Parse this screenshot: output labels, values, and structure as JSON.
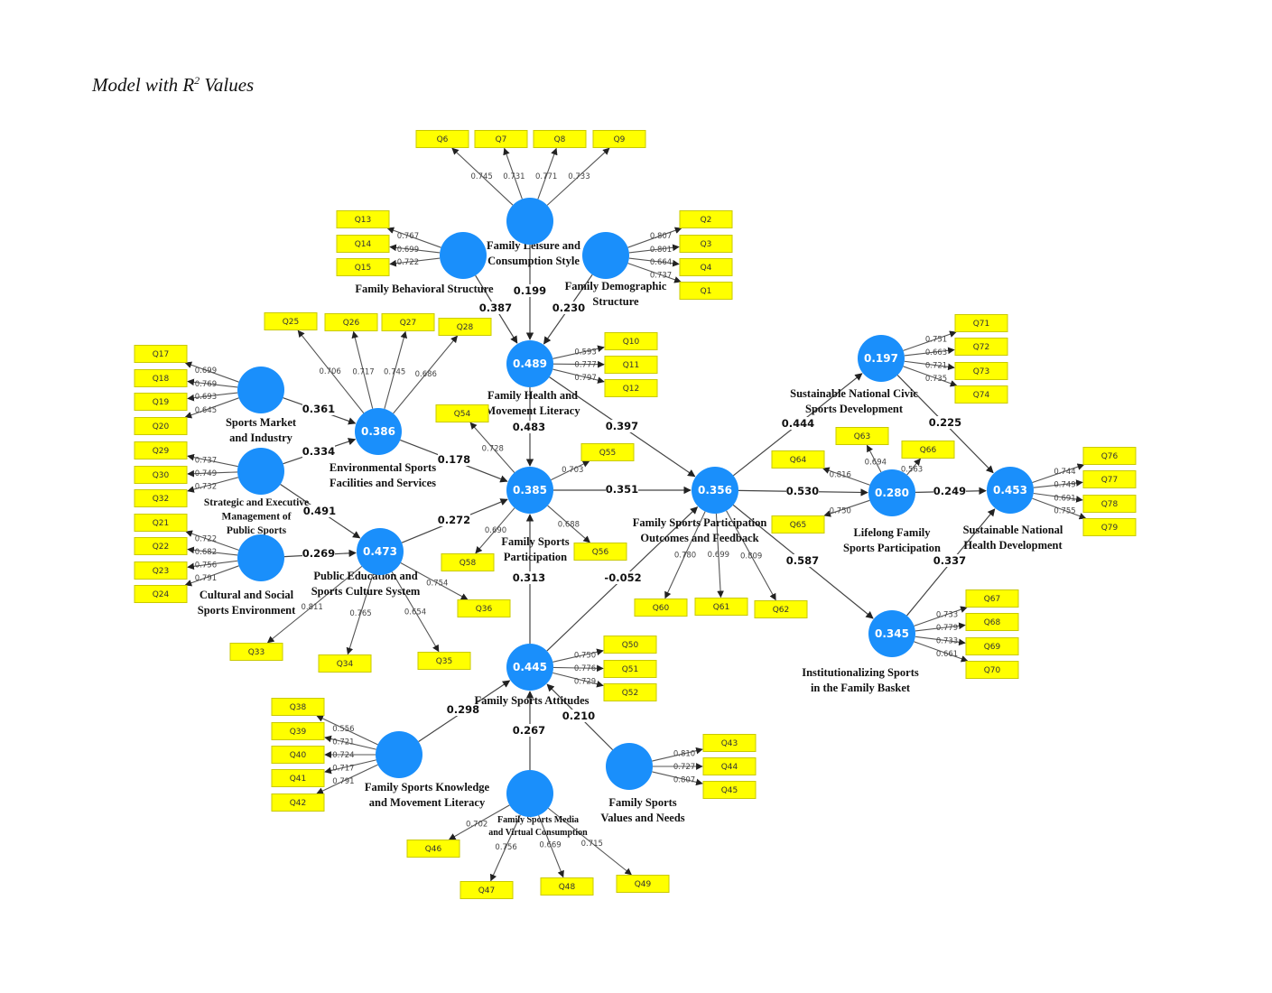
{
  "title": {
    "main": "Model with R",
    "sup": "2",
    "rest": " Values"
  },
  "colors": {
    "construct": "#1a8ffb",
    "indicator": "#ffff00",
    "r2_text": "#ffffff"
  },
  "constructs": [
    {
      "id": "FLCS",
      "label": [
        "Family Leisure and",
        "Consumption Style"
      ],
      "r2": ""
    },
    {
      "id": "FBS",
      "label": [
        "Family Behavioral Structure"
      ],
      "r2": ""
    },
    {
      "id": "FDS",
      "label": [
        "Family Demographic",
        "Structure"
      ],
      "r2": ""
    },
    {
      "id": "FHML",
      "label": [
        "Family Health and",
        "Movement Literacy"
      ],
      "r2": "0.489"
    },
    {
      "id": "SMI",
      "label": [
        "Sports Market",
        "and Industry"
      ],
      "r2": ""
    },
    {
      "id": "ESFS",
      "label": [
        "Environmental Sports",
        "Facilities and Services"
      ],
      "r2": "0.386"
    },
    {
      "id": "SEMPS",
      "label": [
        "Strategic and Executive",
        "Management of",
        "Public Sports"
      ],
      "r2": ""
    },
    {
      "id": "CSSE",
      "label": [
        "Cultural and Social",
        "Sports Environment"
      ],
      "r2": ""
    },
    {
      "id": "PESCS",
      "label": [
        "Public Education and",
        "Sports Culture System"
      ],
      "r2": "0.473"
    },
    {
      "id": "FSP",
      "label": [
        "Family Sports",
        "Participation"
      ],
      "r2": "0.385"
    },
    {
      "id": "FSPOF",
      "label": [
        "Family Sports Participation",
        "Outcomes and Feedback"
      ],
      "r2": "0.356"
    },
    {
      "id": "SNCSD",
      "label": [
        "Sustainable National Civic",
        "Sports Development"
      ],
      "r2": "0.197"
    },
    {
      "id": "LFSP",
      "label": [
        "Lifelong Family",
        "Sports Participation"
      ],
      "r2": "0.280"
    },
    {
      "id": "SNHD",
      "label": [
        "Sustainable National",
        "Health Development"
      ],
      "r2": "0.453"
    },
    {
      "id": "ISFB",
      "label": [
        "Institutionalizing Sports",
        "in the Family Basket"
      ],
      "r2": "0.345"
    },
    {
      "id": "FSA",
      "label": [
        "Family Sports Attitudes"
      ],
      "r2": "0.445"
    },
    {
      "id": "FSKML",
      "label": [
        "Family Sports Knowledge",
        "and Movement Literacy"
      ],
      "r2": ""
    },
    {
      "id": "FSMVC",
      "label": [
        "Family Sports Media",
        "and Virtual Consumption"
      ],
      "r2": ""
    },
    {
      "id": "FSVN",
      "label": [
        "Family Sports",
        "Values and Needs"
      ],
      "r2": ""
    }
  ],
  "paths": [
    {
      "from": "FBS",
      "to": "FHML",
      "coef": "0.387"
    },
    {
      "from": "FLCS",
      "to": "FHML",
      "coef": "0.199"
    },
    {
      "from": "FDS",
      "to": "FHML",
      "coef": "0.230"
    },
    {
      "from": "FHML",
      "to": "FSP",
      "coef": "0.483"
    },
    {
      "from": "FHML",
      "to": "FSPOF",
      "coef": "0.397"
    },
    {
      "from": "SMI",
      "to": "ESFS",
      "coef": "0.361"
    },
    {
      "from": "SEMPS",
      "to": "ESFS",
      "coef": "0.334"
    },
    {
      "from": "ESFS",
      "to": "FSP",
      "coef": "0.178"
    },
    {
      "from": "SEMPS",
      "to": "PESCS",
      "coef": "0.491"
    },
    {
      "from": "CSSE",
      "to": "PESCS",
      "coef": "0.269"
    },
    {
      "from": "PESCS",
      "to": "FSP",
      "coef": "0.272"
    },
    {
      "from": "FSP",
      "to": "FSPOF",
      "coef": "0.351"
    },
    {
      "from": "FSA",
      "to": "FSP",
      "coef": "0.313"
    },
    {
      "from": "FSA",
      "to": "FSPOF",
      "coef": "-0.052"
    },
    {
      "from": "FSPOF",
      "to": "SNCSD",
      "coef": "0.444"
    },
    {
      "from": "FSPOF",
      "to": "LFSP",
      "coef": "0.530"
    },
    {
      "from": "FSPOF",
      "to": "ISFB",
      "coef": "0.587"
    },
    {
      "from": "SNCSD",
      "to": "SNHD",
      "coef": "0.225"
    },
    {
      "from": "LFSP",
      "to": "SNHD",
      "coef": "0.249"
    },
    {
      "from": "ISFB",
      "to": "SNHD",
      "coef": "0.337"
    },
    {
      "from": "FSKML",
      "to": "FSA",
      "coef": "0.298"
    },
    {
      "from": "FSMVC",
      "to": "FSA",
      "coef": "0.267"
    },
    {
      "from": "FSVN",
      "to": "FSA",
      "coef": "0.210"
    }
  ],
  "indicators": [
    {
      "construct": "FLCS",
      "name": "Q6",
      "loading": "0.745"
    },
    {
      "construct": "FLCS",
      "name": "Q7",
      "loading": "0.731"
    },
    {
      "construct": "FLCS",
      "name": "Q8",
      "loading": "0.771"
    },
    {
      "construct": "FLCS",
      "name": "Q9",
      "loading": "0.733"
    },
    {
      "construct": "FBS",
      "name": "Q13",
      "loading": "0.767"
    },
    {
      "construct": "FBS",
      "name": "Q14",
      "loading": "0.699"
    },
    {
      "construct": "FBS",
      "name": "Q15",
      "loading": "0.722"
    },
    {
      "construct": "FDS",
      "name": "Q2",
      "loading": "0.807"
    },
    {
      "construct": "FDS",
      "name": "Q3",
      "loading": "0.801"
    },
    {
      "construct": "FDS",
      "name": "Q4",
      "loading": "0.664"
    },
    {
      "construct": "FDS",
      "name": "Q1",
      "loading": "0.737"
    },
    {
      "construct": "FHML",
      "name": "Q10",
      "loading": "0.593"
    },
    {
      "construct": "FHML",
      "name": "Q11",
      "loading": "0.777"
    },
    {
      "construct": "FHML",
      "name": "Q12",
      "loading": "0.797"
    },
    {
      "construct": "SMI",
      "name": "Q17",
      "loading": "0.699"
    },
    {
      "construct": "SMI",
      "name": "Q18",
      "loading": "0.769"
    },
    {
      "construct": "SMI",
      "name": "Q19",
      "loading": "0.693"
    },
    {
      "construct": "SMI",
      "name": "Q20",
      "loading": "0.645"
    },
    {
      "construct": "ESFS",
      "name": "Q25",
      "loading": "0.706"
    },
    {
      "construct": "ESFS",
      "name": "Q26",
      "loading": "0.717"
    },
    {
      "construct": "ESFS",
      "name": "Q27",
      "loading": "0.745"
    },
    {
      "construct": "ESFS",
      "name": "Q28",
      "loading": "0.686"
    },
    {
      "construct": "SEMPS",
      "name": "Q29",
      "loading": "0.737"
    },
    {
      "construct": "SEMPS",
      "name": "Q30",
      "loading": "0.749"
    },
    {
      "construct": "SEMPS",
      "name": "Q32",
      "loading": "0.732"
    },
    {
      "construct": "CSSE",
      "name": "Q21",
      "loading": "0.722"
    },
    {
      "construct": "CSSE",
      "name": "Q22",
      "loading": "0.682"
    },
    {
      "construct": "CSSE",
      "name": "Q23",
      "loading": "0.756"
    },
    {
      "construct": "CSSE",
      "name": "Q24",
      "loading": "0.791"
    },
    {
      "construct": "PESCS",
      "name": "Q33",
      "loading": "0.811"
    },
    {
      "construct": "PESCS",
      "name": "Q34",
      "loading": "0.765"
    },
    {
      "construct": "PESCS",
      "name": "Q35",
      "loading": "0.654"
    },
    {
      "construct": "PESCS",
      "name": "Q36",
      "loading": "0.754"
    },
    {
      "construct": "FSP",
      "name": "Q54",
      "loading": "0.728"
    },
    {
      "construct": "FSP",
      "name": "Q55",
      "loading": "0.703"
    },
    {
      "construct": "FSP",
      "name": "Q56",
      "loading": "0.688"
    },
    {
      "construct": "FSP",
      "name": "Q58",
      "loading": "0.690"
    },
    {
      "construct": "FSPOF",
      "name": "Q60",
      "loading": "0.780"
    },
    {
      "construct": "FSPOF",
      "name": "Q61",
      "loading": "0.699"
    },
    {
      "construct": "FSPOF",
      "name": "Q62",
      "loading": "0.809"
    },
    {
      "construct": "SNCSD",
      "name": "Q71",
      "loading": "0.751"
    },
    {
      "construct": "SNCSD",
      "name": "Q72",
      "loading": "0.663"
    },
    {
      "construct": "SNCSD",
      "name": "Q73",
      "loading": "0.721"
    },
    {
      "construct": "SNCSD",
      "name": "Q74",
      "loading": "0.735"
    },
    {
      "construct": "LFSP",
      "name": "Q63",
      "loading": "0.694"
    },
    {
      "construct": "LFSP",
      "name": "Q64",
      "loading": "0.816"
    },
    {
      "construct": "LFSP",
      "name": "Q65",
      "loading": "0.750"
    },
    {
      "construct": "LFSP",
      "name": "Q66",
      "loading": "0.563"
    },
    {
      "construct": "SNHD",
      "name": "Q76",
      "loading": "0.744"
    },
    {
      "construct": "SNHD",
      "name": "Q77",
      "loading": "0.749"
    },
    {
      "construct": "SNHD",
      "name": "Q78",
      "loading": "0.691"
    },
    {
      "construct": "SNHD",
      "name": "Q79",
      "loading": "0.755"
    },
    {
      "construct": "ISFB",
      "name": "Q67",
      "loading": "0.733"
    },
    {
      "construct": "ISFB",
      "name": "Q68",
      "loading": "0.779"
    },
    {
      "construct": "ISFB",
      "name": "Q69",
      "loading": "0.733"
    },
    {
      "construct": "ISFB",
      "name": "Q70",
      "loading": "0.661"
    },
    {
      "construct": "FSA",
      "name": "Q50",
      "loading": "0.750"
    },
    {
      "construct": "FSA",
      "name": "Q51",
      "loading": "0.776"
    },
    {
      "construct": "FSA",
      "name": "Q52",
      "loading": "0.729"
    },
    {
      "construct": "FSKML",
      "name": "Q38",
      "loading": "0.556"
    },
    {
      "construct": "FSKML",
      "name": "Q39",
      "loading": "0.721"
    },
    {
      "construct": "FSKML",
      "name": "Q40",
      "loading": "0.724"
    },
    {
      "construct": "FSKML",
      "name": "Q41",
      "loading": "0.717"
    },
    {
      "construct": "FSKML",
      "name": "Q42",
      "loading": "0.791"
    },
    {
      "construct": "FSMVC",
      "name": "Q46",
      "loading": "0.702"
    },
    {
      "construct": "FSMVC",
      "name": "Q47",
      "loading": "0.756"
    },
    {
      "construct": "FSMVC",
      "name": "Q48",
      "loading": "0.669"
    },
    {
      "construct": "FSMVC",
      "name": "Q49",
      "loading": "0.715"
    },
    {
      "construct": "FSVN",
      "name": "Q43",
      "loading": "0.810"
    },
    {
      "construct": "FSVN",
      "name": "Q44",
      "loading": "0.727"
    },
    {
      "construct": "FSVN",
      "name": "Q45",
      "loading": "0.807"
    }
  ]
}
